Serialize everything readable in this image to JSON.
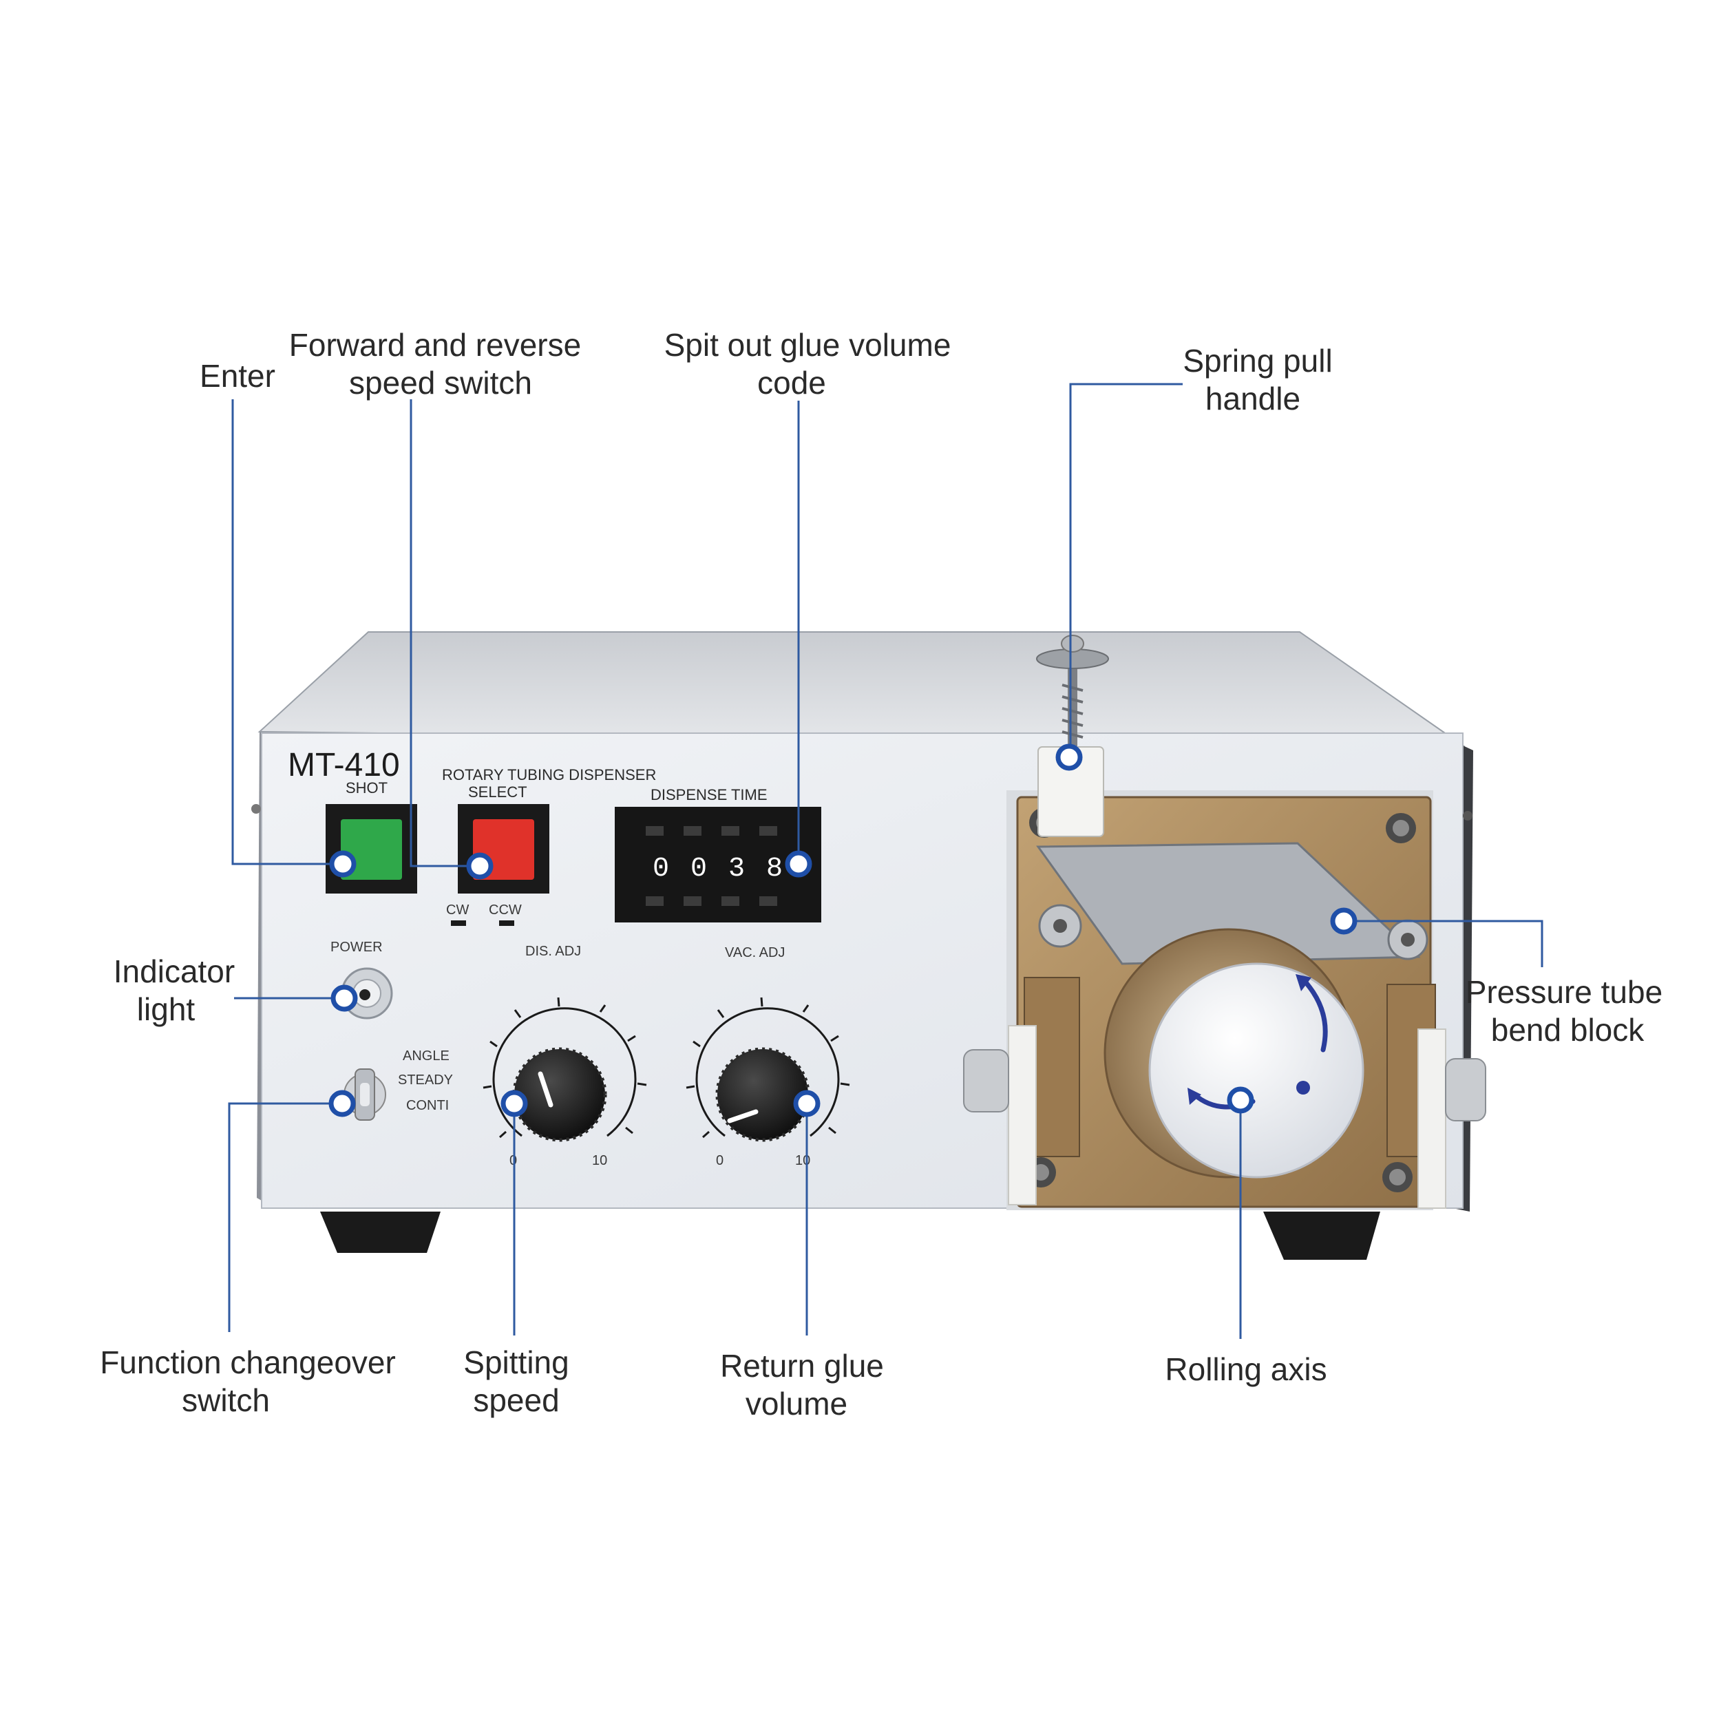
{
  "device": {
    "model": "MT-410",
    "product_name": "ROTARY TUBING DISPENSER",
    "shot_label": "SHOT",
    "select_label": "SELECT",
    "cw_label": "CW",
    "ccw_label": "CCW",
    "dispense_time_label": "DISPENSE TIME",
    "dispense_digits": [
      "0",
      "0",
      "3",
      "8"
    ],
    "power_label": "POWER",
    "mode_options": [
      "ANGLE",
      "STEADY",
      "CONTI"
    ],
    "dis_adj_label": "DIS. ADJ",
    "vac_adj_label": "VAC. ADJ",
    "dial_min_label": "0",
    "dial_max_label": "10"
  },
  "callouts": {
    "enter": "Enter",
    "forward_reverse": [
      "Forward and reverse",
      "speed switch"
    ],
    "glue_code": [
      "Spit out glue volume",
      "code"
    ],
    "spring_handle": [
      "Spring pull",
      "handle"
    ],
    "indicator": [
      "Indicator",
      "light"
    ],
    "pressure_tube": [
      "Pressure tube",
      "bend block"
    ],
    "function_switch": [
      "Function changeover",
      "switch"
    ],
    "spitting_speed": [
      "Spitting",
      "speed"
    ],
    "return_glue": [
      "Return glue",
      "volume"
    ],
    "rolling_axis": "Rolling axis"
  },
  "colors": {
    "leader_line": "#2f5aa0",
    "marker_ring": "#1f4fa8",
    "shot_button": "#2fa84a",
    "select_button": "#e0322a",
    "panel": "#e9ecf1",
    "pump_plate": "#a8885c"
  }
}
